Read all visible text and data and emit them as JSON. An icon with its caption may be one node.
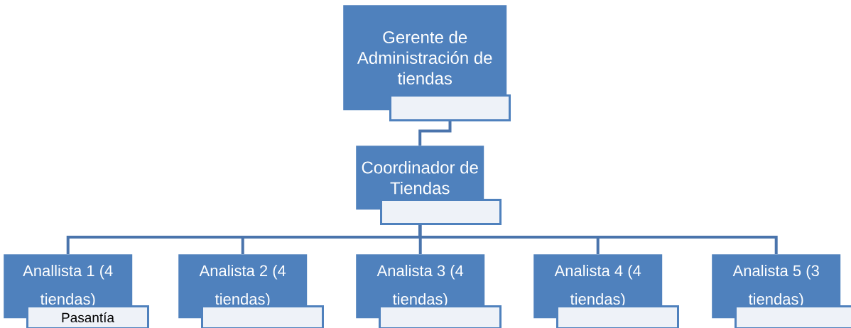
{
  "diagram": {
    "nodes": [
      {
        "text": [
          "Gerente de Administración de tiendas"
        ]
      },
      {
        "text": [],
        "shape": "box"
      },
      {
        "text": [
          "Coordinador de Tiendas"
        ]
      },
      {
        "text": [],
        "shape": "box"
      },
      {
        "text": [
          "Anallista 1 (4 tiendas)"
        ]
      },
      {
        "text": [
          "Pasantía"
        ]
      },
      {
        "text": [
          "Analista 2 (4 tiendas)"
        ]
      },
      {
        "text": [],
        "shape": "box"
      },
      {
        "text": [
          "Analista 3 (4 tiendas)"
        ]
      },
      {
        "text": [],
        "shape": "box"
      },
      {
        "text": [
          "Analista 4 (4 tiendas)"
        ]
      },
      {
        "text": [],
        "shape": "box"
      },
      {
        "text": [
          "Analista 5 (3 tiendas)"
        ]
      },
      {
        "text": [],
        "shape": "box"
      }
    ],
    "edges": [
      {
        "from": 1,
        "to": 2,
        "arrow": "none"
      },
      {
        "from": 3,
        "to": 4,
        "arrow": "none"
      },
      {
        "from": 3,
        "to": 6,
        "arrow": "none"
      },
      {
        "from": 3,
        "to": 8,
        "arrow": "none"
      },
      {
        "from": 3,
        "to": 10,
        "arrow": "none"
      },
      {
        "from": 3,
        "to": 12,
        "arrow": "none"
      }
    ]
  }
}
